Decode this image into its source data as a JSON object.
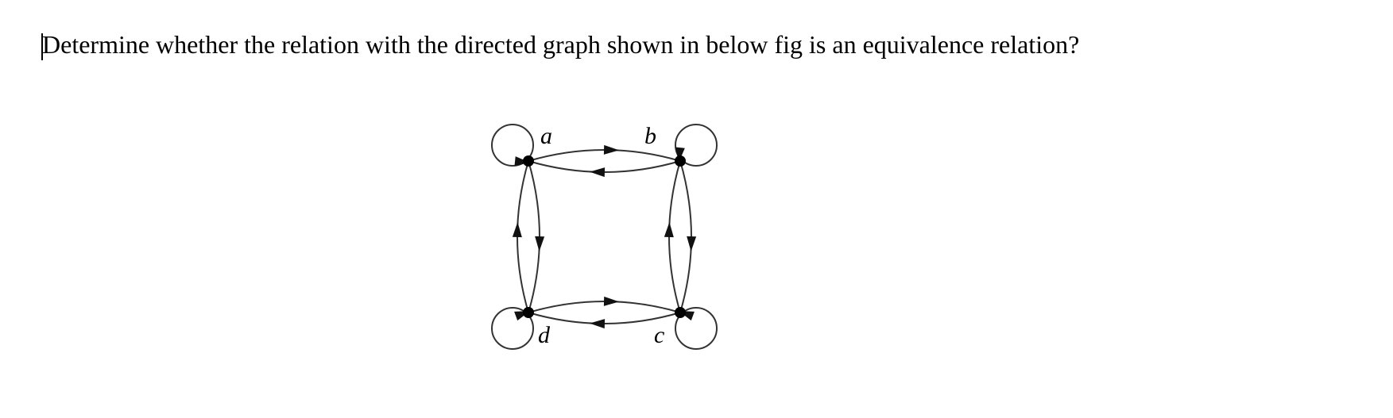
{
  "question": {
    "text": "Determine whether the relation with the directed graph shown in below fig is an equivalence relation?"
  },
  "graph": {
    "nodes": [
      {
        "id": "a",
        "label": "a"
      },
      {
        "id": "b",
        "label": "b"
      },
      {
        "id": "c",
        "label": "c"
      },
      {
        "id": "d",
        "label": "d"
      }
    ],
    "edges": [
      {
        "from": "a",
        "to": "a"
      },
      {
        "from": "b",
        "to": "b"
      },
      {
        "from": "c",
        "to": "c"
      },
      {
        "from": "d",
        "to": "d"
      },
      {
        "from": "a",
        "to": "b"
      },
      {
        "from": "b",
        "to": "a"
      },
      {
        "from": "a",
        "to": "d"
      },
      {
        "from": "d",
        "to": "a"
      },
      {
        "from": "b",
        "to": "c"
      },
      {
        "from": "c",
        "to": "b"
      },
      {
        "from": "d",
        "to": "c"
      },
      {
        "from": "c",
        "to": "d"
      }
    ]
  }
}
